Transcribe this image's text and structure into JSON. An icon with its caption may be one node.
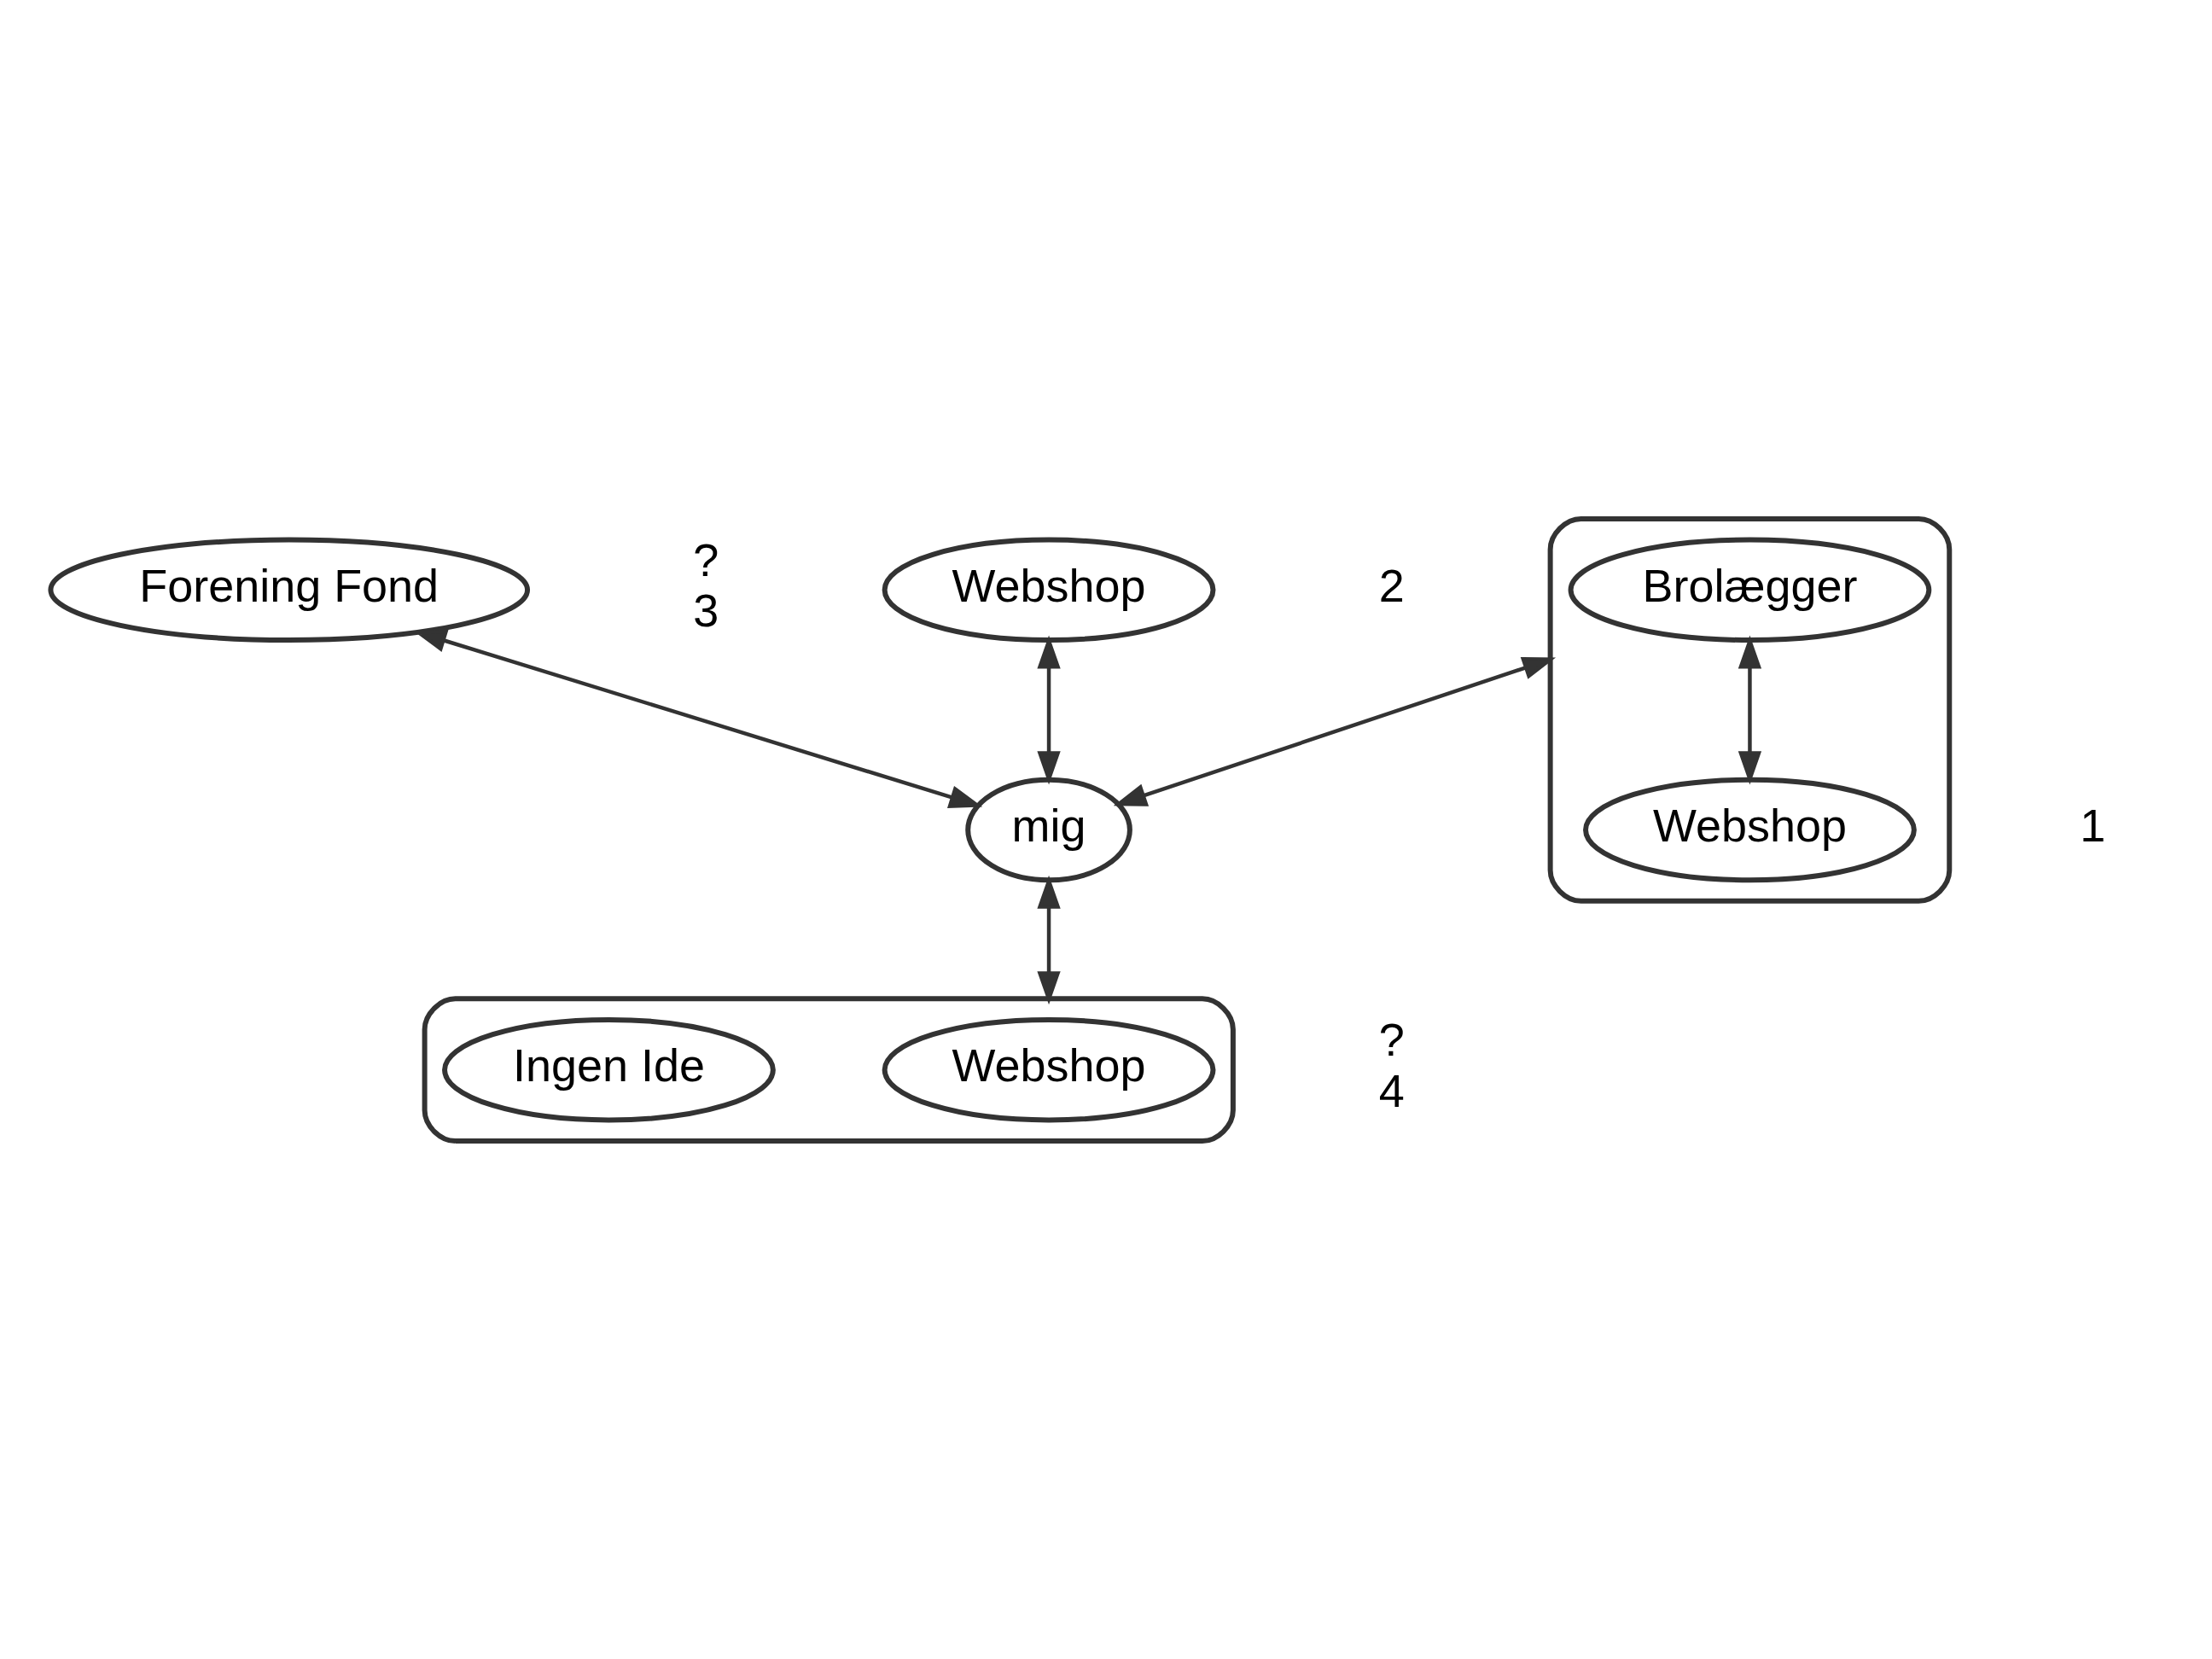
{
  "diagram": {
    "nodes": [
      {
        "text": [
          "Forening Fond"
        ],
        "beside": [
          "?",
          "3"
        ]
      },
      {
        "text": [
          "Webshop"
        ],
        "beside": [
          "2"
        ]
      },
      {
        "text": [],
        "shape": "ellipse",
        "beside": [
          "?",
          "4"
        ]
      },
      {
        "text": [
          "Webshop"
        ],
        "in": 2
      },
      {
        "text": [
          "Ingen Ide"
        ],
        "in": 2
      },
      {
        "text": [
          "mig"
        ]
      },
      {
        "text": [],
        "shape": "ellipse",
        "beside": [
          "1"
        ]
      },
      {
        "text": [
          "Brolægger"
        ],
        "in": 6
      },
      {
        "text": [
          "Webshop"
        ],
        "in": 6
      }
    ],
    "edges": [
      {
        "from": 0,
        "to": 5,
        "arrow": "both"
      },
      {
        "from": 1,
        "to": 5,
        "arrow": "both"
      },
      {
        "from": 5,
        "to": 2,
        "arrow": "both"
      },
      {
        "from": 6,
        "to": 5,
        "arrow": "both"
      },
      {
        "from": 7,
        "to": 8,
        "arrow": "both"
      }
    ]
  }
}
